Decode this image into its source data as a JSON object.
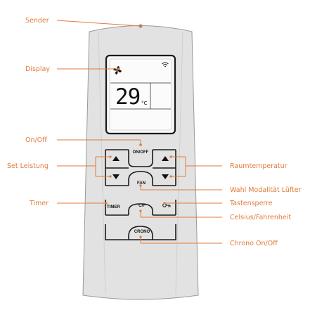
{
  "callouts": {
    "sender": "Sender",
    "display": "Display",
    "on_off": "On/Off",
    "set_leistung": "Set Leistung",
    "timer": "Timer",
    "raumtemperatur": "Raumtemperatur",
    "wahl_modalitat": "Wahl Modalität Lüfter",
    "tastensperre": "Tastensperre",
    "celsius_fahrenheit": "Celsius/Fahrenheit",
    "chrono": "Chrono On/Off"
  },
  "lcd": {
    "temperature": "29",
    "unit": "°C"
  },
  "keys": {
    "on_off": "ON/OFF",
    "fan": "FAN",
    "timer": "TIMER",
    "cf": "C/F",
    "chrono": "CRONO"
  },
  "colors": {
    "callout": "#e07b3a",
    "remote_body": "#e2e2e2",
    "outline": "#1a1a1a"
  }
}
